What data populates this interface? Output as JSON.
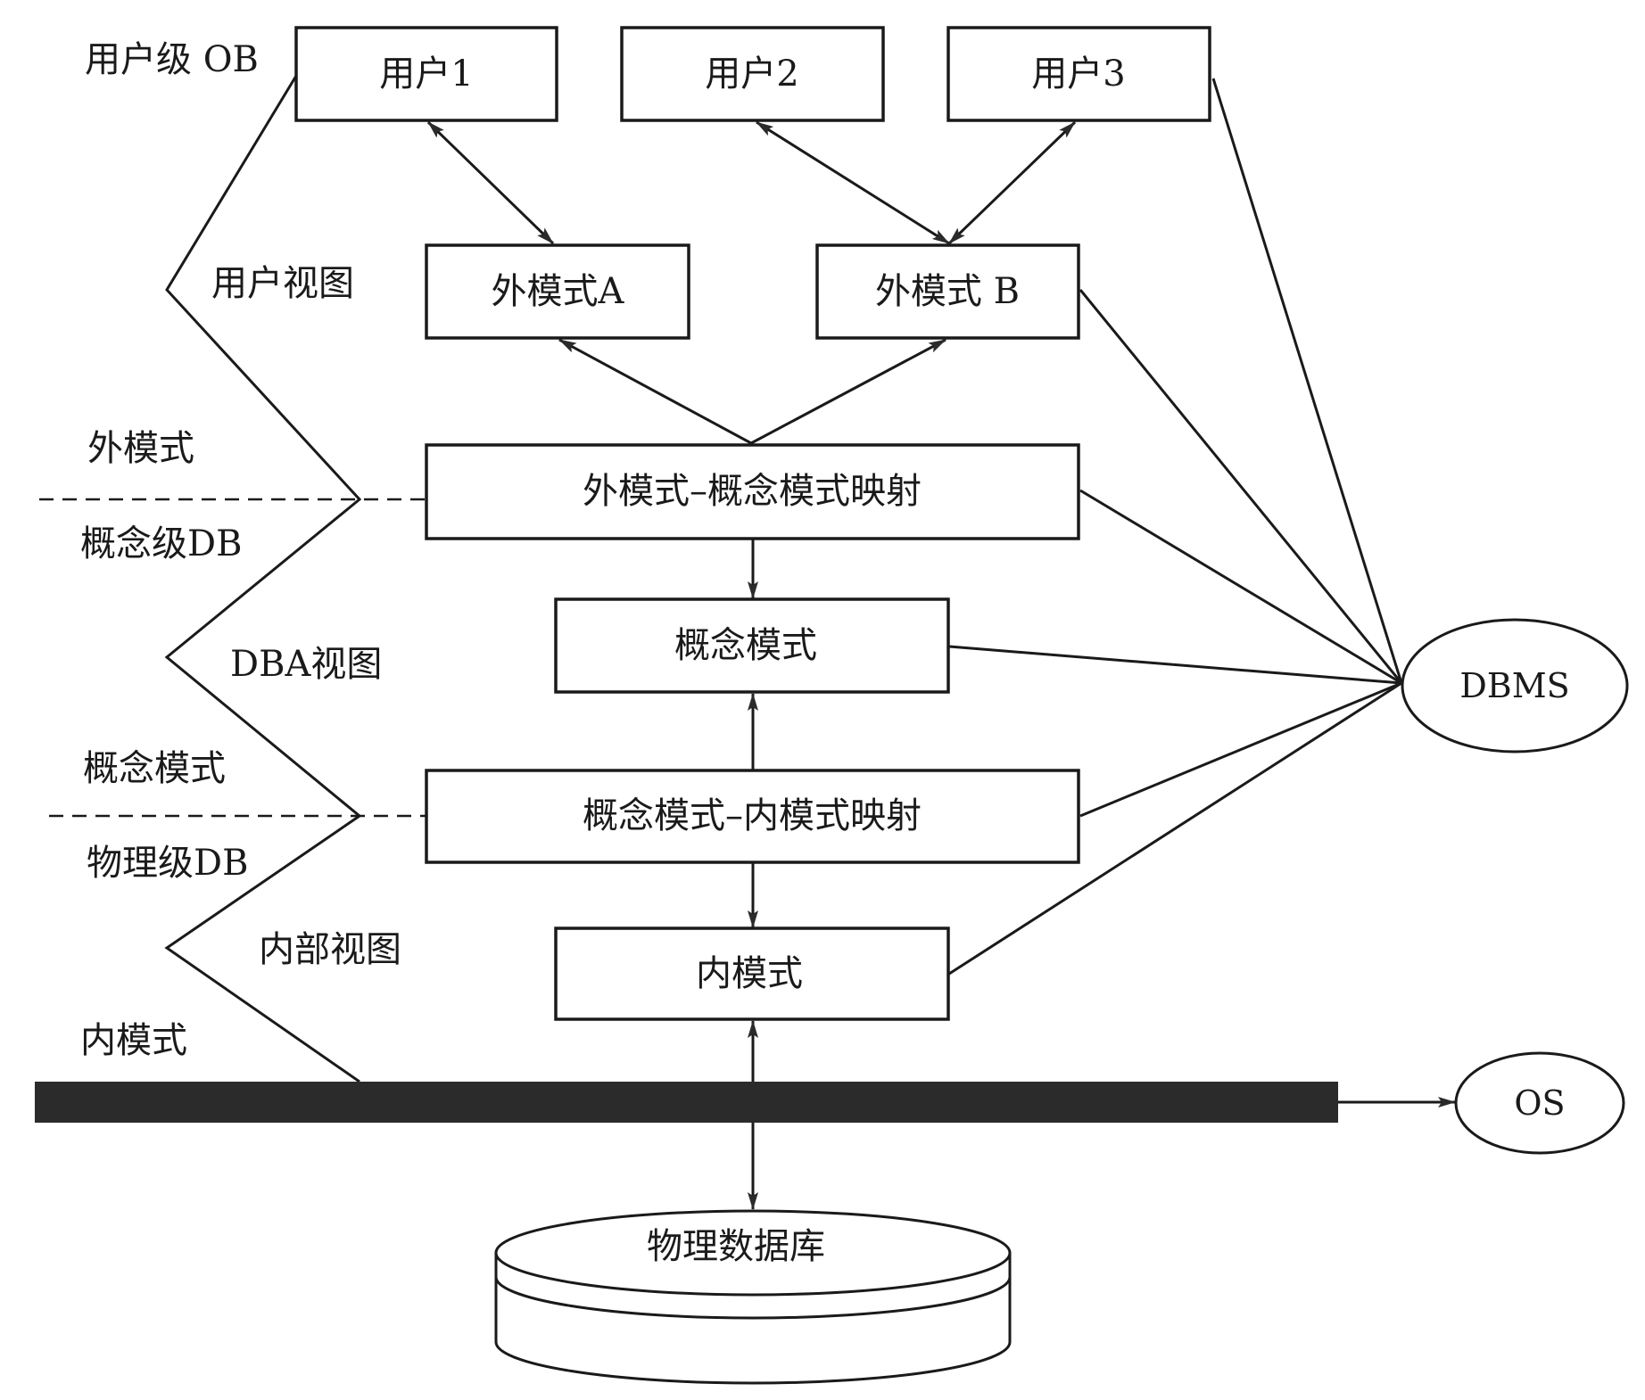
{
  "diagram": {
    "type": "three-level schema architecture",
    "nodes": {
      "user1": "用户1",
      "user2": "用户2",
      "user3": "用户3",
      "external_a": "外模式A",
      "external_b": "外模式 B",
      "ext_conceptual_mapping": "外模式–概念模式映射",
      "conceptual_schema": "概念模式",
      "conceptual_internal_mapping": "概念模式–内模式映射",
      "internal_schema": "内模式",
      "physical_db": "物理数据库",
      "dbms": "DBMS",
      "os": "OS"
    },
    "side_labels": {
      "user_level": "用户级 OB",
      "user_view": "用户视图",
      "external_schema": "外模式",
      "conceptual_level": "概念级DB",
      "dba_view": "DBA视图",
      "conceptual_schema": "概念模式",
      "physical_level": "物理级DB",
      "internal_view": "内部视图",
      "internal_schema": "内模式"
    },
    "edges": [
      {
        "from": "user1",
        "to": "external_a",
        "arrows": "both"
      },
      {
        "from": "user2",
        "to": "external_b",
        "arrows": "both"
      },
      {
        "from": "user3",
        "to": "external_b",
        "arrows": "both"
      },
      {
        "from": "ext_conceptual_mapping",
        "to": "external_a",
        "arrows": "end"
      },
      {
        "from": "ext_conceptual_mapping",
        "to": "external_b",
        "arrows": "end"
      },
      {
        "from": "ext_conceptual_mapping",
        "to": "conceptual_schema",
        "arrows": "end"
      },
      {
        "from": "conceptual_internal_mapping",
        "to": "conceptual_schema",
        "arrows": "end"
      },
      {
        "from": "conceptual_internal_mapping",
        "to": "internal_schema",
        "arrows": "end"
      },
      {
        "from": "os_bus",
        "to": "internal_schema",
        "arrows": "end"
      },
      {
        "from": "os_bus",
        "to": "physical_db",
        "arrows": "end"
      },
      {
        "from": "os_bus",
        "to": "os",
        "arrows": "end"
      },
      {
        "from": "user3",
        "to": "dbms",
        "arrows": "none"
      },
      {
        "from": "external_b",
        "to": "dbms",
        "arrows": "none"
      },
      {
        "from": "ext_conceptual_mapping",
        "to": "dbms",
        "arrows": "none"
      },
      {
        "from": "conceptual_schema",
        "to": "dbms",
        "arrows": "none"
      },
      {
        "from": "conceptual_internal_mapping",
        "to": "dbms",
        "arrows": "none"
      },
      {
        "from": "internal_schema",
        "to": "dbms",
        "arrows": "none"
      }
    ],
    "colors": {
      "ink": "#1a1a1a",
      "bus": "#2b2b2b",
      "background": "#ffffff"
    }
  }
}
